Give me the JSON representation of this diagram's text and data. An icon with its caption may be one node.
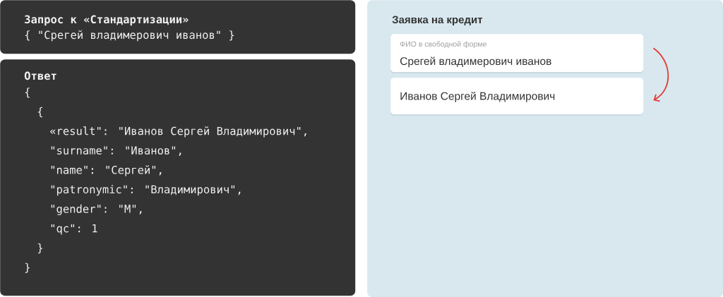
{
  "diagram": {
    "nodes": [
      {
        "text": [
          "Запрос к «Стандартизации»",
          "{ \"Срегей владимерович иванов\" }"
        ]
      },
      {
        "text": [
          "Ответ",
          "{",
          "{",
          "«result\": \"Иванов Сергей Владимирович\",",
          "\"surname\": \"Иванов\",",
          "\"name\": \"Сергей\",",
          "\"patronymic\": \"Владимирович\",",
          "\"gender\": \"M\",",
          "\"qc\": 1",
          "}",
          "}"
        ]
      },
      {
        "text": [
          "Заявка на кредит"
        ]
      },
      {
        "text": [
          "ФИО в свободной форме",
          "Срегей владимерович иванов"
        ],
        "in": 2
      },
      {
        "text": [
          "Иванов Сергей Владимирович"
        ],
        "in": 2
      }
    ],
    "edges": [
      {
        "from": 3,
        "to": 4,
        "arrow": "to",
        "color": "#e53935"
      }
    ]
  }
}
